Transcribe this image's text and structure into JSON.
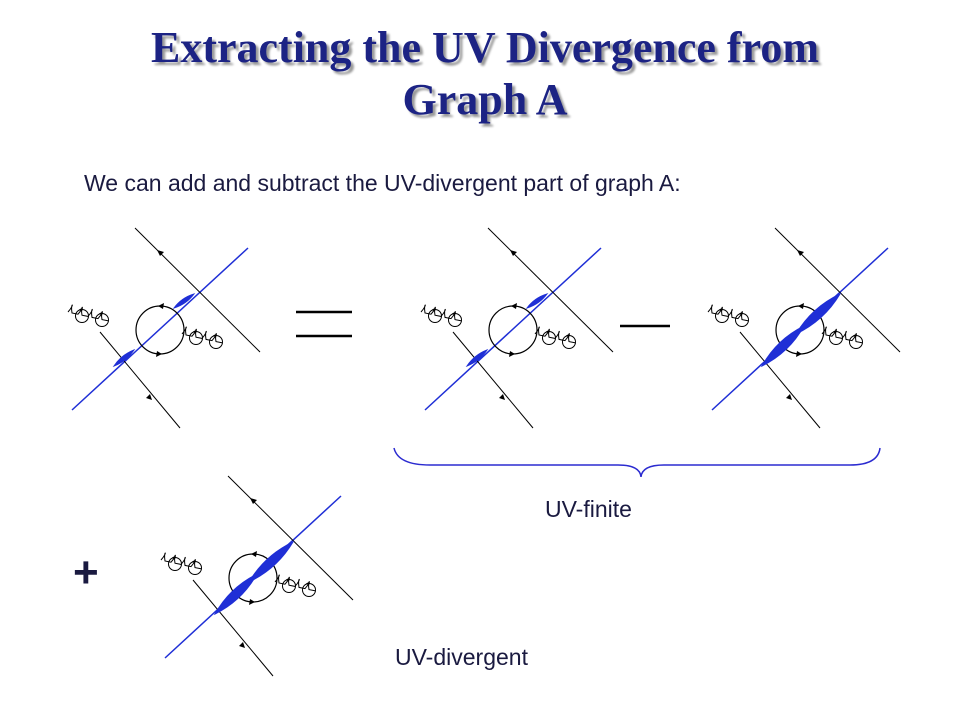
{
  "title_line1": "Extracting the UV Divergence from",
  "title_line2": "Graph A",
  "subtitle": "We can add and subtract the UV-divergent part of graph A:",
  "label_finite": "UV-finite",
  "label_divergent": "UV-divergent",
  "plus_sign": "+",
  "colors": {
    "title": "#1c2384",
    "blob": "#1f2fd6",
    "line": "#000000"
  },
  "graphs": [
    {
      "id": "graph-a-left",
      "variant": "small-blobs"
    },
    {
      "id": "graph-a-middle",
      "variant": "small-blobs"
    },
    {
      "id": "graph-subtraction",
      "variant": "large-blobs"
    },
    {
      "id": "graph-uv-divergent",
      "variant": "large-blobs"
    }
  ]
}
